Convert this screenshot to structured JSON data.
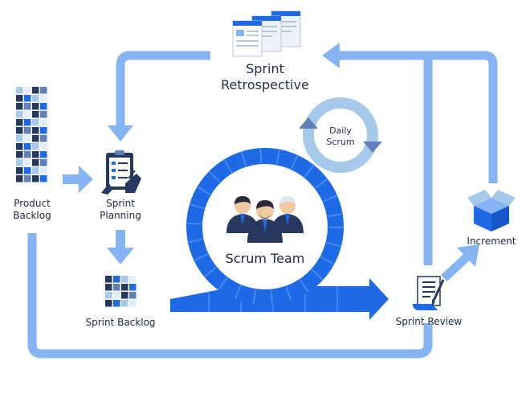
{
  "labels": {
    "sprint_retrospective_line1": "Sprint",
    "sprint_retrospective_line2": "Retrospective",
    "daily_scrum_line1": "Daily",
    "daily_scrum_line2": "Scrum",
    "product_backlog_line1": "Product",
    "product_backlog_line2": "Backlog",
    "sprint_planning_line1": "Sprint",
    "sprint_planning_line2": "Planning",
    "sprint_backlog": "Sprint Backlog",
    "scrum_team": "Scrum Team",
    "sprint_review": "Sprint Review",
    "increment": "Increment"
  },
  "colors": {
    "primary_blue": "#1e6ae6",
    "light_blue": "#86b4f2",
    "navy": "#26385e",
    "pale_blue": "#a6c9ea"
  }
}
